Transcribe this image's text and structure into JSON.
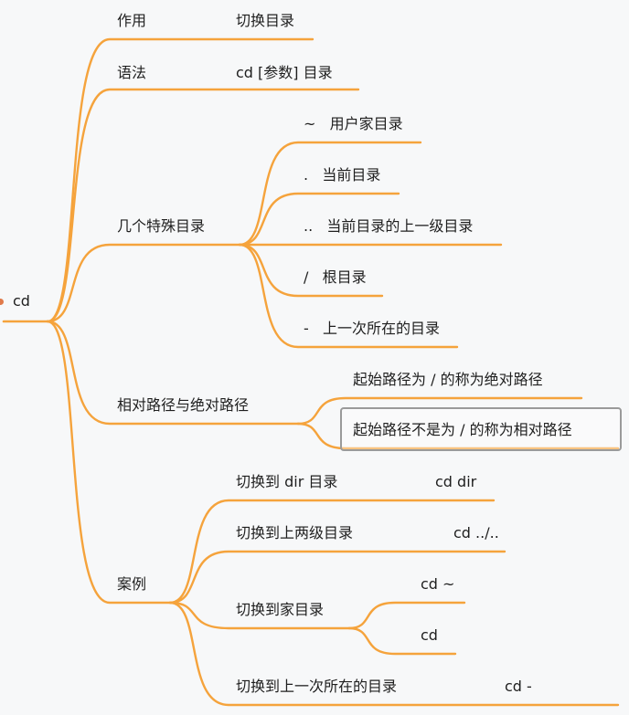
{
  "mindmap": {
    "root": {
      "label": "cd"
    },
    "branches": [
      {
        "label": "作用",
        "children": [
          {
            "label": "切换目录"
          }
        ]
      },
      {
        "label": "语法",
        "children": [
          {
            "label": "cd [参数] 目录"
          }
        ]
      },
      {
        "label": "几个特殊目录",
        "children": [
          {
            "label": "~   用户家目录"
          },
          {
            "label": ".   当前目录"
          },
          {
            "label": "..   当前目录的上一级目录"
          },
          {
            "label": "/   根目录"
          },
          {
            "label": "-   上一次所在的目录"
          }
        ]
      },
      {
        "label": "相对路径与绝对路径",
        "children": [
          {
            "label": "起始路径为 / 的称为绝对路径"
          },
          {
            "label": "起始路径不是为 / 的称为相对路径",
            "selected": true
          }
        ]
      },
      {
        "label": "案例",
        "children": [
          {
            "label": "切换到 dir 目录",
            "value": "cd dir"
          },
          {
            "label": "切换到上两级目录",
            "value": "cd ../.."
          },
          {
            "label": "切换到家目录",
            "children": [
              {
                "label": "cd ~"
              },
              {
                "label": "cd"
              }
            ]
          },
          {
            "label": "切换到上一次所在的目录",
            "value": "cd -"
          }
        ]
      }
    ]
  },
  "colors": {
    "line": "#f5a33c",
    "background": "#f7f8f9",
    "text": "#1f1f1f",
    "selection": "#9a9a9a"
  }
}
